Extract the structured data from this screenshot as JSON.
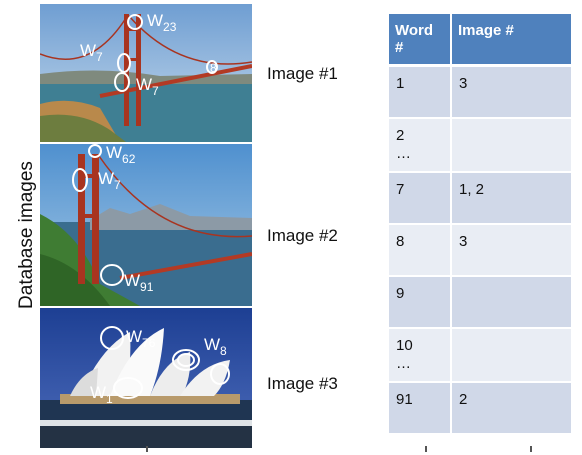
{
  "side_label": "Database images",
  "images": [
    {
      "label": "Image #1",
      "words": [
        {
          "w": "W",
          "sub": "23"
        },
        {
          "w": "W",
          "sub": "7"
        },
        {
          "w": "W",
          "sub": "7"
        },
        {
          "w": "",
          "sub": "8"
        }
      ]
    },
    {
      "label": "Image #2",
      "words": [
        {
          "w": "W",
          "sub": "62"
        },
        {
          "w": "W",
          "sub": "7"
        },
        {
          "w": "W",
          "sub": "91"
        }
      ]
    },
    {
      "label": "Image #3",
      "words": [
        {
          "w": "W",
          "sub": "76"
        },
        {
          "w": "W",
          "sub": "8"
        },
        {
          "w": "W",
          "sub": "1"
        }
      ]
    }
  ],
  "table": {
    "headers": [
      "Word #",
      "Image #"
    ],
    "rows": [
      [
        "1",
        "3"
      ],
      [
        "2\n…",
        ""
      ],
      [
        "7",
        "1, 2"
      ],
      [
        "8",
        "3"
      ],
      [
        "9",
        ""
      ],
      [
        "10\n…",
        ""
      ],
      [
        "91",
        "2"
      ]
    ]
  }
}
